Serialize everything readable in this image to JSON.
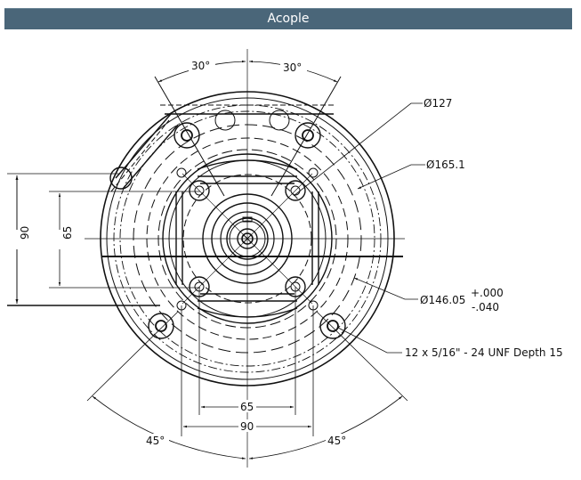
{
  "header": {
    "title": "Acople"
  },
  "drawing": {
    "angles": {
      "top_left": "30°",
      "top_right": "30°",
      "bottom_left": "45°",
      "bottom_right": "45°"
    },
    "vertical_dims": {
      "outer": "90",
      "inner": "65"
    },
    "horizontal_dims": {
      "inner": "65",
      "outer": "90"
    },
    "callouts": {
      "d127": "Ø127",
      "d165": "Ø165.1",
      "d146": "Ø146.05",
      "tol_plus": "+.000",
      "tol_minus": "-.040",
      "thread": "12 x 5/16\" - 24 UNF Depth 15"
    },
    "colors": {
      "header_bg": "#4a6679",
      "line": "#111111"
    }
  }
}
